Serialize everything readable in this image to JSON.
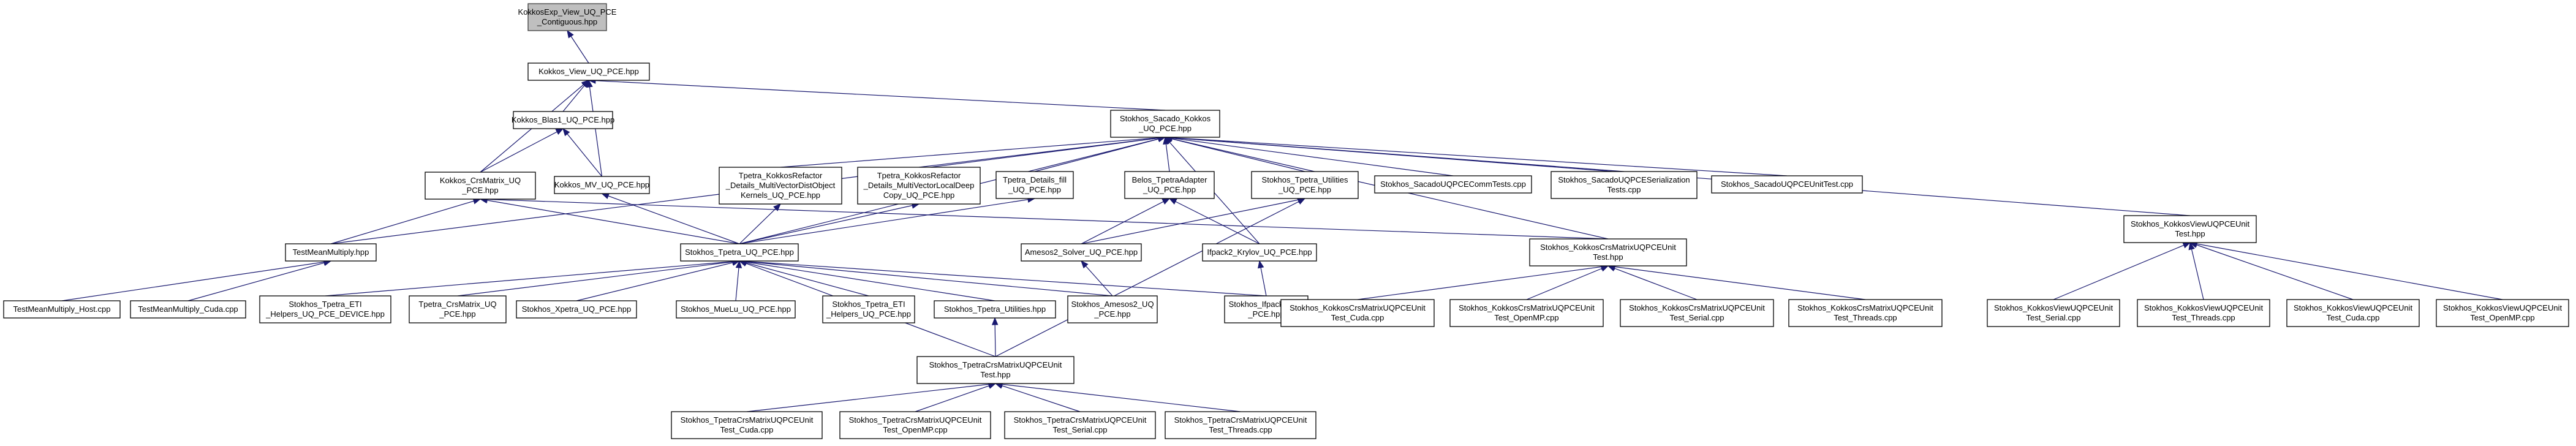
{
  "graph": {
    "type": "include-dependency-graph",
    "edge_color": "#191970",
    "root_fill": "#bfbfbf",
    "node_fill": "#ffffff",
    "nodes": [
      {
        "id": "root",
        "lines": [
          "KokkosExp_View_UQ_PCE",
          "_Contiguous.hpp"
        ],
        "root": true
      },
      {
        "id": "kview",
        "lines": [
          "Kokkos_View_UQ_PCE.hpp"
        ]
      },
      {
        "id": "kblas",
        "lines": [
          "Kokkos_Blas1_UQ_PCE.hpp"
        ]
      },
      {
        "id": "kcrs",
        "lines": [
          "Kokkos_CrsMatrix_UQ",
          "_PCE.hpp"
        ]
      },
      {
        "id": "kmv",
        "lines": [
          "Kokkos_MV_UQ_PCE.hpp"
        ]
      },
      {
        "id": "ssacado",
        "lines": [
          "Stokhos_Sacado_Kokkos",
          "_UQ_PCE.hpp"
        ]
      },
      {
        "id": "tpkrefdist",
        "lines": [
          "Tpetra_KokkosRefactor",
          "_Details_MultiVectorDistObject",
          "Kernels_UQ_PCE.hpp"
        ]
      },
      {
        "id": "tpkreflocal",
        "lines": [
          "Tpetra_KokkosRefactor",
          "_Details_MultiVectorLocalDeep",
          "Copy_UQ_PCE.hpp"
        ]
      },
      {
        "id": "tpfill",
        "lines": [
          "Tpetra_Details_fill",
          "_UQ_PCE.hpp"
        ]
      },
      {
        "id": "belos",
        "lines": [
          "Belos_TpetraAdapter",
          "_UQ_PCE.hpp"
        ]
      },
      {
        "id": "stputil",
        "lines": [
          "Stokhos_Tpetra_Utilities",
          "_UQ_PCE.hpp"
        ]
      },
      {
        "id": "commtests",
        "lines": [
          "Stokhos_SacadoUQPCECommTests.cpp"
        ]
      },
      {
        "id": "serialtests",
        "lines": [
          "Stokhos_SacadoUQPCESerialization",
          "Tests.cpp"
        ]
      },
      {
        "id": "unittestcpp",
        "lines": [
          "Stokhos_SacadoUQPCEUnitTest.cpp"
        ]
      },
      {
        "id": "kviewunit",
        "lines": [
          "Stokhos_KokkosViewUQPCEUnit",
          "Test.hpp"
        ]
      },
      {
        "id": "tmm",
        "lines": [
          "TestMeanMultiply.hpp"
        ]
      },
      {
        "id": "stpetra",
        "lines": [
          "Stokhos_Tpetra_UQ_PCE.hpp"
        ]
      },
      {
        "id": "amesos2solver",
        "lines": [
          "Amesos2_Solver_UQ_PCE.hpp"
        ]
      },
      {
        "id": "ifpackkrylov",
        "lines": [
          "Ifpack2_Krylov_UQ_PCE.hpp"
        ]
      },
      {
        "id": "kcrsunit",
        "lines": [
          "Stokhos_KokkosCrsMatrixUQPCEUnit",
          "Test.hpp"
        ]
      },
      {
        "id": "kvserial",
        "lines": [
          "Stokhos_KokkosViewUQPCEUnit",
          "Test_Serial.cpp"
        ]
      },
      {
        "id": "kvthreads",
        "lines": [
          "Stokhos_KokkosViewUQPCEUnit",
          "Test_Threads.cpp"
        ]
      },
      {
        "id": "kvcuda",
        "lines": [
          "Stokhos_KokkosViewUQPCEUnit",
          "Test_Cuda.cpp"
        ]
      },
      {
        "id": "kvopenmp",
        "lines": [
          "Stokhos_KokkosViewUQPCEUnit",
          "Test_OpenMP.cpp"
        ]
      },
      {
        "id": "tmmhost",
        "lines": [
          "TestMeanMultiply_Host.cpp"
        ]
      },
      {
        "id": "tmmcuda",
        "lines": [
          "TestMeanMultiply_Cuda.cpp"
        ]
      },
      {
        "id": "eti",
        "lines": [
          "Stokhos_Tpetra_ETI",
          "_Helpers_UQ_PCE_DEVICE.hpp"
        ]
      },
      {
        "id": "tpcrs",
        "lines": [
          "Tpetra_CrsMatrix_UQ",
          "_PCE.hpp"
        ]
      },
      {
        "id": "xpetra",
        "lines": [
          "Stokhos_Xpetra_UQ_PCE.hpp"
        ]
      },
      {
        "id": "muelu",
        "lines": [
          "Stokhos_MueLu_UQ_PCE.hpp"
        ]
      },
      {
        "id": "eti2",
        "lines": [
          "Stokhos_Tpetra_ETI",
          "_Helpers_UQ_PCE.hpp"
        ]
      },
      {
        "id": "tputil",
        "lines": [
          "Stokhos_Tpetra_Utilities.hpp"
        ]
      },
      {
        "id": "amesos2",
        "lines": [
          "Stokhos_Amesos2_UQ",
          "_PCE.hpp"
        ]
      },
      {
        "id": "ifpack2",
        "lines": [
          "Stokhos_Ifpack2_UQ",
          "_PCE.hpp"
        ]
      },
      {
        "id": "kccuda",
        "lines": [
          "Stokhos_KokkosCrsMatrixUQPCEUnit",
          "Test_Cuda.cpp"
        ]
      },
      {
        "id": "kcopenmp",
        "lines": [
          "Stokhos_KokkosCrsMatrixUQPCEUnit",
          "Test_OpenMP.cpp"
        ]
      },
      {
        "id": "kcserial",
        "lines": [
          "Stokhos_KokkosCrsMatrixUQPCEUnit",
          "Test_Serial.cpp"
        ]
      },
      {
        "id": "kcthreads",
        "lines": [
          "Stokhos_KokkosCrsMatrixUQPCEUnit",
          "Test_Threads.cpp"
        ]
      },
      {
        "id": "tpcrsunit",
        "lines": [
          "Stokhos_TpetraCrsMatrixUQPCEUnit",
          "Test.hpp"
        ]
      },
      {
        "id": "tccuda",
        "lines": [
          "Stokhos_TpetraCrsMatrixUQPCEUnit",
          "Test_Cuda.cpp"
        ]
      },
      {
        "id": "tcopenmp",
        "lines": [
          "Stokhos_TpetraCrsMatrixUQPCEUnit",
          "Test_OpenMP.cpp"
        ]
      },
      {
        "id": "tcserial",
        "lines": [
          "Stokhos_TpetraCrsMatrixUQPCEUnit",
          "Test_Serial.cpp"
        ]
      },
      {
        "id": "tcthreads",
        "lines": [
          "Stokhos_TpetraCrsMatrixUQPCEUnit",
          "Test_Threads.cpp"
        ]
      }
    ],
    "edges": [
      [
        "root",
        "kview"
      ],
      [
        "kview",
        "kblas"
      ],
      [
        "kview",
        "kcrs"
      ],
      [
        "kview",
        "kmv"
      ],
      [
        "kview",
        "ssacado"
      ],
      [
        "kblas",
        "kcrs"
      ],
      [
        "kblas",
        "kmv"
      ],
      [
        "kcrs",
        "tmm"
      ],
      [
        "kcrs",
        "stpetra"
      ],
      [
        "kcrs",
        "kcrsunit"
      ],
      [
        "kmv",
        "stpetra"
      ],
      [
        "ssacado",
        "tmm"
      ],
      [
        "ssacado",
        "stpetra"
      ],
      [
        "ssacado",
        "tpkrefdist"
      ],
      [
        "ssacado",
        "tpkreflocal"
      ],
      [
        "ssacado",
        "tpfill"
      ],
      [
        "ssacado",
        "belos"
      ],
      [
        "ssacado",
        "stputil"
      ],
      [
        "ssacado",
        "ifpackkrylov"
      ],
      [
        "ssacado",
        "commtests"
      ],
      [
        "ssacado",
        "serialtests"
      ],
      [
        "ssacado",
        "unittestcpp"
      ],
      [
        "ssacado",
        "kviewunit"
      ],
      [
        "ssacado",
        "kcrsunit"
      ],
      [
        "tpkrefdist",
        "stpetra"
      ],
      [
        "tpkreflocal",
        "stpetra"
      ],
      [
        "tpfill",
        "stpetra"
      ],
      [
        "belos",
        "amesos2solver"
      ],
      [
        "belos",
        "ifpackkrylov"
      ],
      [
        "stputil",
        "amesos2solver"
      ],
      [
        "stputil",
        "tpcrsunit"
      ],
      [
        "kviewunit",
        "kvserial"
      ],
      [
        "kviewunit",
        "kvthreads"
      ],
      [
        "kviewunit",
        "kvcuda"
      ],
      [
        "kviewunit",
        "kvopenmp"
      ],
      [
        "tmm",
        "tmmhost"
      ],
      [
        "tmm",
        "tmmcuda"
      ],
      [
        "stpetra",
        "eti"
      ],
      [
        "stpetra",
        "tpcrs"
      ],
      [
        "stpetra",
        "xpetra"
      ],
      [
        "stpetra",
        "muelu"
      ],
      [
        "stpetra",
        "eti2"
      ],
      [
        "stpetra",
        "tputil"
      ],
      [
        "stpetra",
        "amesos2"
      ],
      [
        "stpetra",
        "ifpack2"
      ],
      [
        "stpetra",
        "tpcrsunit"
      ],
      [
        "amesos2solver",
        "amesos2"
      ],
      [
        "ifpackkrylov",
        "ifpack2"
      ],
      [
        "kcrsunit",
        "kccuda"
      ],
      [
        "kcrsunit",
        "kcopenmp"
      ],
      [
        "kcrsunit",
        "kcserial"
      ],
      [
        "kcrsunit",
        "kcthreads"
      ],
      [
        "tputil",
        "tpcrsunit"
      ],
      [
        "tpcrsunit",
        "tccuda"
      ],
      [
        "tpcrsunit",
        "tcopenmp"
      ],
      [
        "tpcrsunit",
        "tcserial"
      ],
      [
        "tpcrsunit",
        "tcthreads"
      ]
    ]
  }
}
